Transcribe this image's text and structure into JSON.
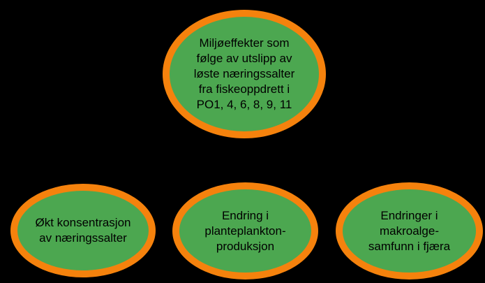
{
  "colors": {
    "background": "#000000",
    "ellipse_fill": "#4CA750",
    "ellipse_border": "#F5820D",
    "text": "#000000"
  },
  "diagram": {
    "type": "concept-map",
    "root": {
      "id": "root",
      "label": "Miljøeffekter som\nfølge av utslipp av\nløste næringssalter\nfra fiskeoppdrett i\nPO1, 4, 6, 8, 9, 11"
    },
    "children": [
      {
        "id": "child-1",
        "label": "Økt konsentrasjon\nav næringssalter"
      },
      {
        "id": "child-2",
        "label": "Endring i\nplanteplankton-\nproduksjon"
      },
      {
        "id": "child-3",
        "label": "Endringer i\nmakroalge-\nsamfunn i fjæra"
      }
    ]
  }
}
